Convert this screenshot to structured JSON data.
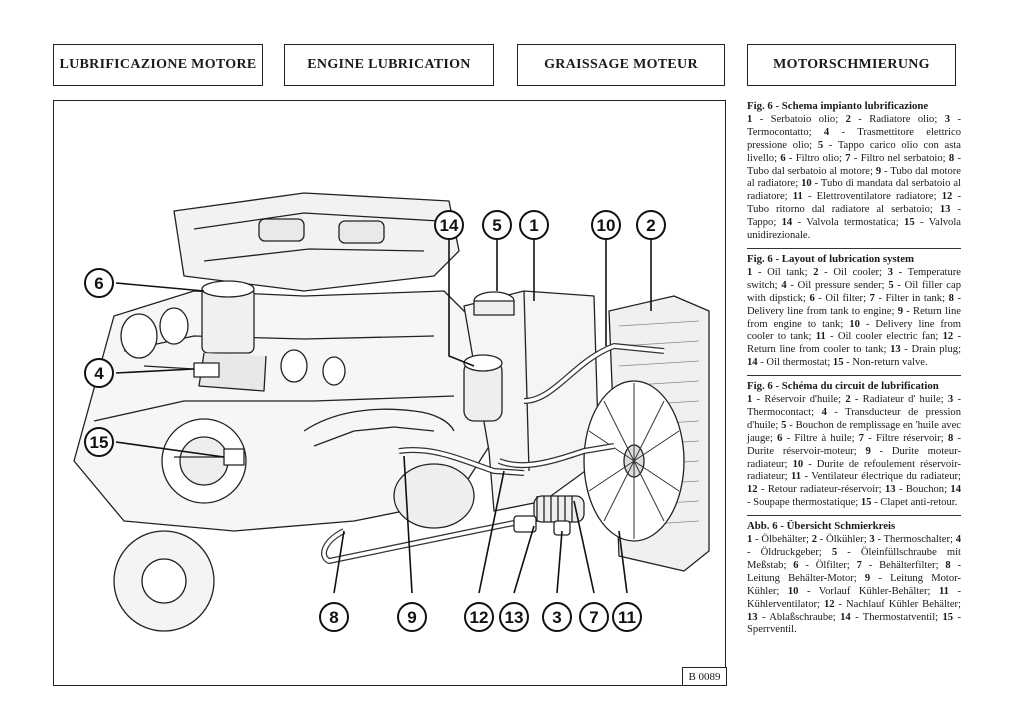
{
  "headers": [
    "LUBRIFICAZIONE MOTORE",
    "ENGINE LUBRICATION",
    "GRAISSAGE MOTEUR",
    "MOTORSCHMIERUNG"
  ],
  "figure": {
    "code": "B 0089",
    "callouts": [
      {
        "id": "c14",
        "label": "14"
      },
      {
        "id": "c5",
        "label": "5"
      },
      {
        "id": "c1",
        "label": "1"
      },
      {
        "id": "c10",
        "label": "10"
      },
      {
        "id": "c2",
        "label": "2"
      },
      {
        "id": "c6",
        "label": "6"
      },
      {
        "id": "c4",
        "label": "4"
      },
      {
        "id": "c15",
        "label": "15"
      },
      {
        "id": "c8",
        "label": "8"
      },
      {
        "id": "c9",
        "label": "9"
      },
      {
        "id": "c12",
        "label": "12"
      },
      {
        "id": "c13",
        "label": "13"
      },
      {
        "id": "c3",
        "label": "3"
      },
      {
        "id": "c7",
        "label": "7"
      },
      {
        "id": "c11",
        "label": "11"
      }
    ]
  },
  "legend": [
    {
      "title": "Fig. 6 - Schema impianto lubrificazione",
      "items": [
        [
          "1",
          "Serbatoio olio"
        ],
        [
          "2",
          "Radiatore olio"
        ],
        [
          "3",
          "Termocontatto"
        ],
        [
          "4",
          "Trasmettitore elettrico pressione olio"
        ],
        [
          "5",
          "Tappo carico olio con asta livello"
        ],
        [
          "6",
          "Filtro olio"
        ],
        [
          "7",
          "Filtro nel serbatoio"
        ],
        [
          "8",
          "Tubo dal serbatoio al motore"
        ],
        [
          "9",
          "Tubo dal motore al radiatore"
        ],
        [
          "10",
          "Tubo di mandata dal serbatoio al radiatore"
        ],
        [
          "11",
          "Elettroventilatore radiatore"
        ],
        [
          "12",
          "Tubo ritorno dal radiatore al serbatoio"
        ],
        [
          "13",
          "Tappo"
        ],
        [
          "14",
          "Valvola termostatica"
        ],
        [
          "15",
          "Valvola unidirezionale."
        ]
      ]
    },
    {
      "title": "Fig. 6 - Layout of lubrication system",
      "items": [
        [
          "1",
          "Oil tank"
        ],
        [
          "2",
          "Oil cooler"
        ],
        [
          "3",
          "Temperature switch"
        ],
        [
          "4",
          "Oil pressure sender"
        ],
        [
          "5",
          "Oil filler cap with dipstick"
        ],
        [
          "6",
          "Oil filter"
        ],
        [
          "7",
          "Filter in tank"
        ],
        [
          "8",
          "Delivery line from tank to engine"
        ],
        [
          "9",
          "Return line from engine to tank"
        ],
        [
          "10",
          "Delivery line from cooler to tank"
        ],
        [
          "11",
          "Oil cooler electric fan"
        ],
        [
          "12",
          "Return line from cooler to tank"
        ],
        [
          "13",
          "Drain plug"
        ],
        [
          "14",
          "Oil thermostat"
        ],
        [
          "15",
          "Non-return valve."
        ]
      ]
    },
    {
      "title": "Fig. 6 - Schéma du circuit de lubrification",
      "items": [
        [
          "1",
          "Réservoir d'huile"
        ],
        [
          "2",
          "Radiateur d' huile"
        ],
        [
          "3",
          "Thermocontact"
        ],
        [
          "4",
          "Transducteur de pression d'huile"
        ],
        [
          "5",
          "Bouchon de remplissage en 'huile avec jauge"
        ],
        [
          "6",
          "Filtre à huile"
        ],
        [
          "7",
          "Filtre réservoir"
        ],
        [
          "8",
          "Durite réservoir-moteur"
        ],
        [
          "9",
          "Durite moteur-radiateur"
        ],
        [
          "10",
          "Durite de refoulement réservoir-radiateur"
        ],
        [
          "11",
          "Ventilateur électrique du radiateur"
        ],
        [
          "12",
          "Retour radiateur-réservoir"
        ],
        [
          "13",
          "Bouchon"
        ],
        [
          "14",
          "Soupape thermostatique"
        ],
        [
          "15",
          "Clapet anti-retour."
        ]
      ]
    },
    {
      "title": "Abb. 6 - Übersicht Schmierkreis",
      "items": [
        [
          "1",
          "Ölbehälter"
        ],
        [
          "2",
          "Ölkühler"
        ],
        [
          "3",
          "Thermoschalter"
        ],
        [
          "4",
          "Öldruckgeber"
        ],
        [
          "5",
          "Öleinfüllschraube mit Meßstab"
        ],
        [
          "6",
          "Ölfilter"
        ],
        [
          "7",
          "Behälterfilter"
        ],
        [
          "8",
          "Leitung Behälter-Motor"
        ],
        [
          "9",
          "Leitung Motor- Kühler"
        ],
        [
          "10",
          "Vorlauf Kühler-Behälter"
        ],
        [
          "11",
          "Kühlerventilator"
        ],
        [
          "12",
          "Nachlauf Kühler Behälter"
        ],
        [
          "13",
          "Ablaßschraube"
        ],
        [
          "14",
          "Thermostatventil"
        ],
        [
          "15",
          "Sperrventil."
        ]
      ]
    }
  ]
}
